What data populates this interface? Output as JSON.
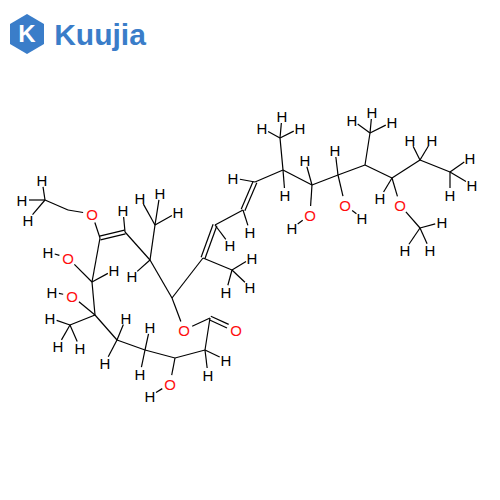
{
  "diagram": {
    "labels": [
      "K",
      "Kuujia",
      "H",
      "H",
      "H",
      "O",
      "O",
      "H",
      "H",
      "O",
      "H",
      "H",
      "H",
      "H",
      "H",
      "H",
      "H",
      "H",
      "O",
      "H",
      "H",
      "H",
      "O",
      "O",
      "H",
      "H",
      "H",
      "H",
      "H",
      "H",
      "H",
      "H",
      "H",
      "H",
      "H",
      "H",
      "H",
      "H",
      "H",
      "O",
      "H",
      "H",
      "O",
      "H",
      "H",
      "H",
      "H",
      "H",
      "O",
      "H",
      "H",
      "H",
      "H",
      "H",
      "H",
      "H",
      "H",
      "H"
    ]
  }
}
